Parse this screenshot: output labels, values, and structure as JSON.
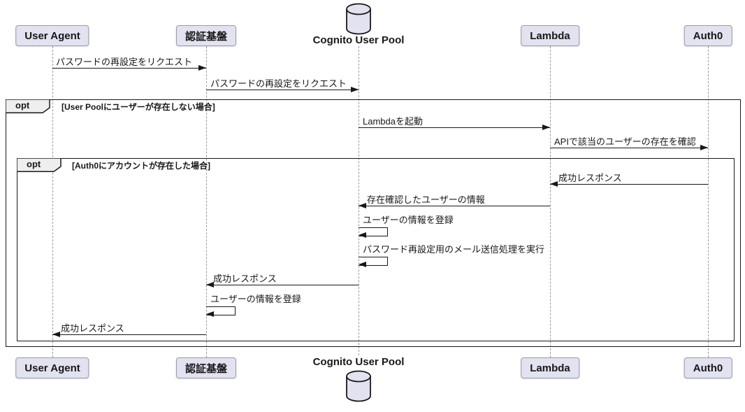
{
  "diagram": {
    "kind": "plantuml-sequence",
    "colors": {
      "participant_fill": "#E2E2F0",
      "participant_border": "#9A9CA8",
      "line": "#181818",
      "lifeline": "#9A9A9A",
      "frame_tab_fill": "#EEEEEE",
      "background": "#FFFFFF"
    },
    "participants": [
      {
        "id": "user-agent",
        "name": "User Agent",
        "kind": "participant"
      },
      {
        "id": "auth-platform",
        "name": "認証基盤",
        "kind": "participant"
      },
      {
        "id": "cognito",
        "name": "Cognito User Pool",
        "kind": "database"
      },
      {
        "id": "lambda",
        "name": "Lambda",
        "kind": "participant"
      },
      {
        "id": "auth0",
        "name": "Auth0",
        "kind": "participant"
      }
    ],
    "frames": [
      {
        "operator": "opt",
        "condition": "[User Poolにユーザーが存在しない場合]"
      },
      {
        "operator": "opt",
        "condition": "[Auth0にアカウントが存在した場合]"
      }
    ],
    "messages": [
      {
        "from": "User Agent",
        "to": "認証基盤",
        "label": "パスワードの再設定をリクエスト",
        "type": "arrow"
      },
      {
        "from": "認証基盤",
        "to": "Cognito User Pool",
        "label": "パスワードの再設定をリクエスト",
        "type": "arrow"
      },
      {
        "from": "Cognito User Pool",
        "to": "Lambda",
        "label": "Lambdaを起動",
        "type": "arrow"
      },
      {
        "from": "Lambda",
        "to": "Auth0",
        "label": "APIで該当のユーザーの存在を確認",
        "type": "arrow"
      },
      {
        "from": "Auth0",
        "to": "Lambda",
        "label": "成功レスポンス",
        "type": "arrow"
      },
      {
        "from": "Lambda",
        "to": "Cognito User Pool",
        "label": "存在確認したユーザーの情報",
        "type": "arrow"
      },
      {
        "from": "Cognito User Pool",
        "to": "Cognito User Pool",
        "label": "ユーザーの情報を登録",
        "type": "self"
      },
      {
        "from": "Cognito User Pool",
        "to": "Cognito User Pool",
        "label": "パスワード再設定用のメール送信処理を実行",
        "type": "self"
      },
      {
        "from": "Cognito User Pool",
        "to": "認証基盤",
        "label": "成功レスポンス",
        "type": "arrow"
      },
      {
        "from": "認証基盤",
        "to": "認証基盤",
        "label": "ユーザーの情報を登録",
        "type": "self"
      },
      {
        "from": "認証基盤",
        "to": "User Agent",
        "label": "成功レスポンス",
        "type": "arrow"
      }
    ]
  }
}
